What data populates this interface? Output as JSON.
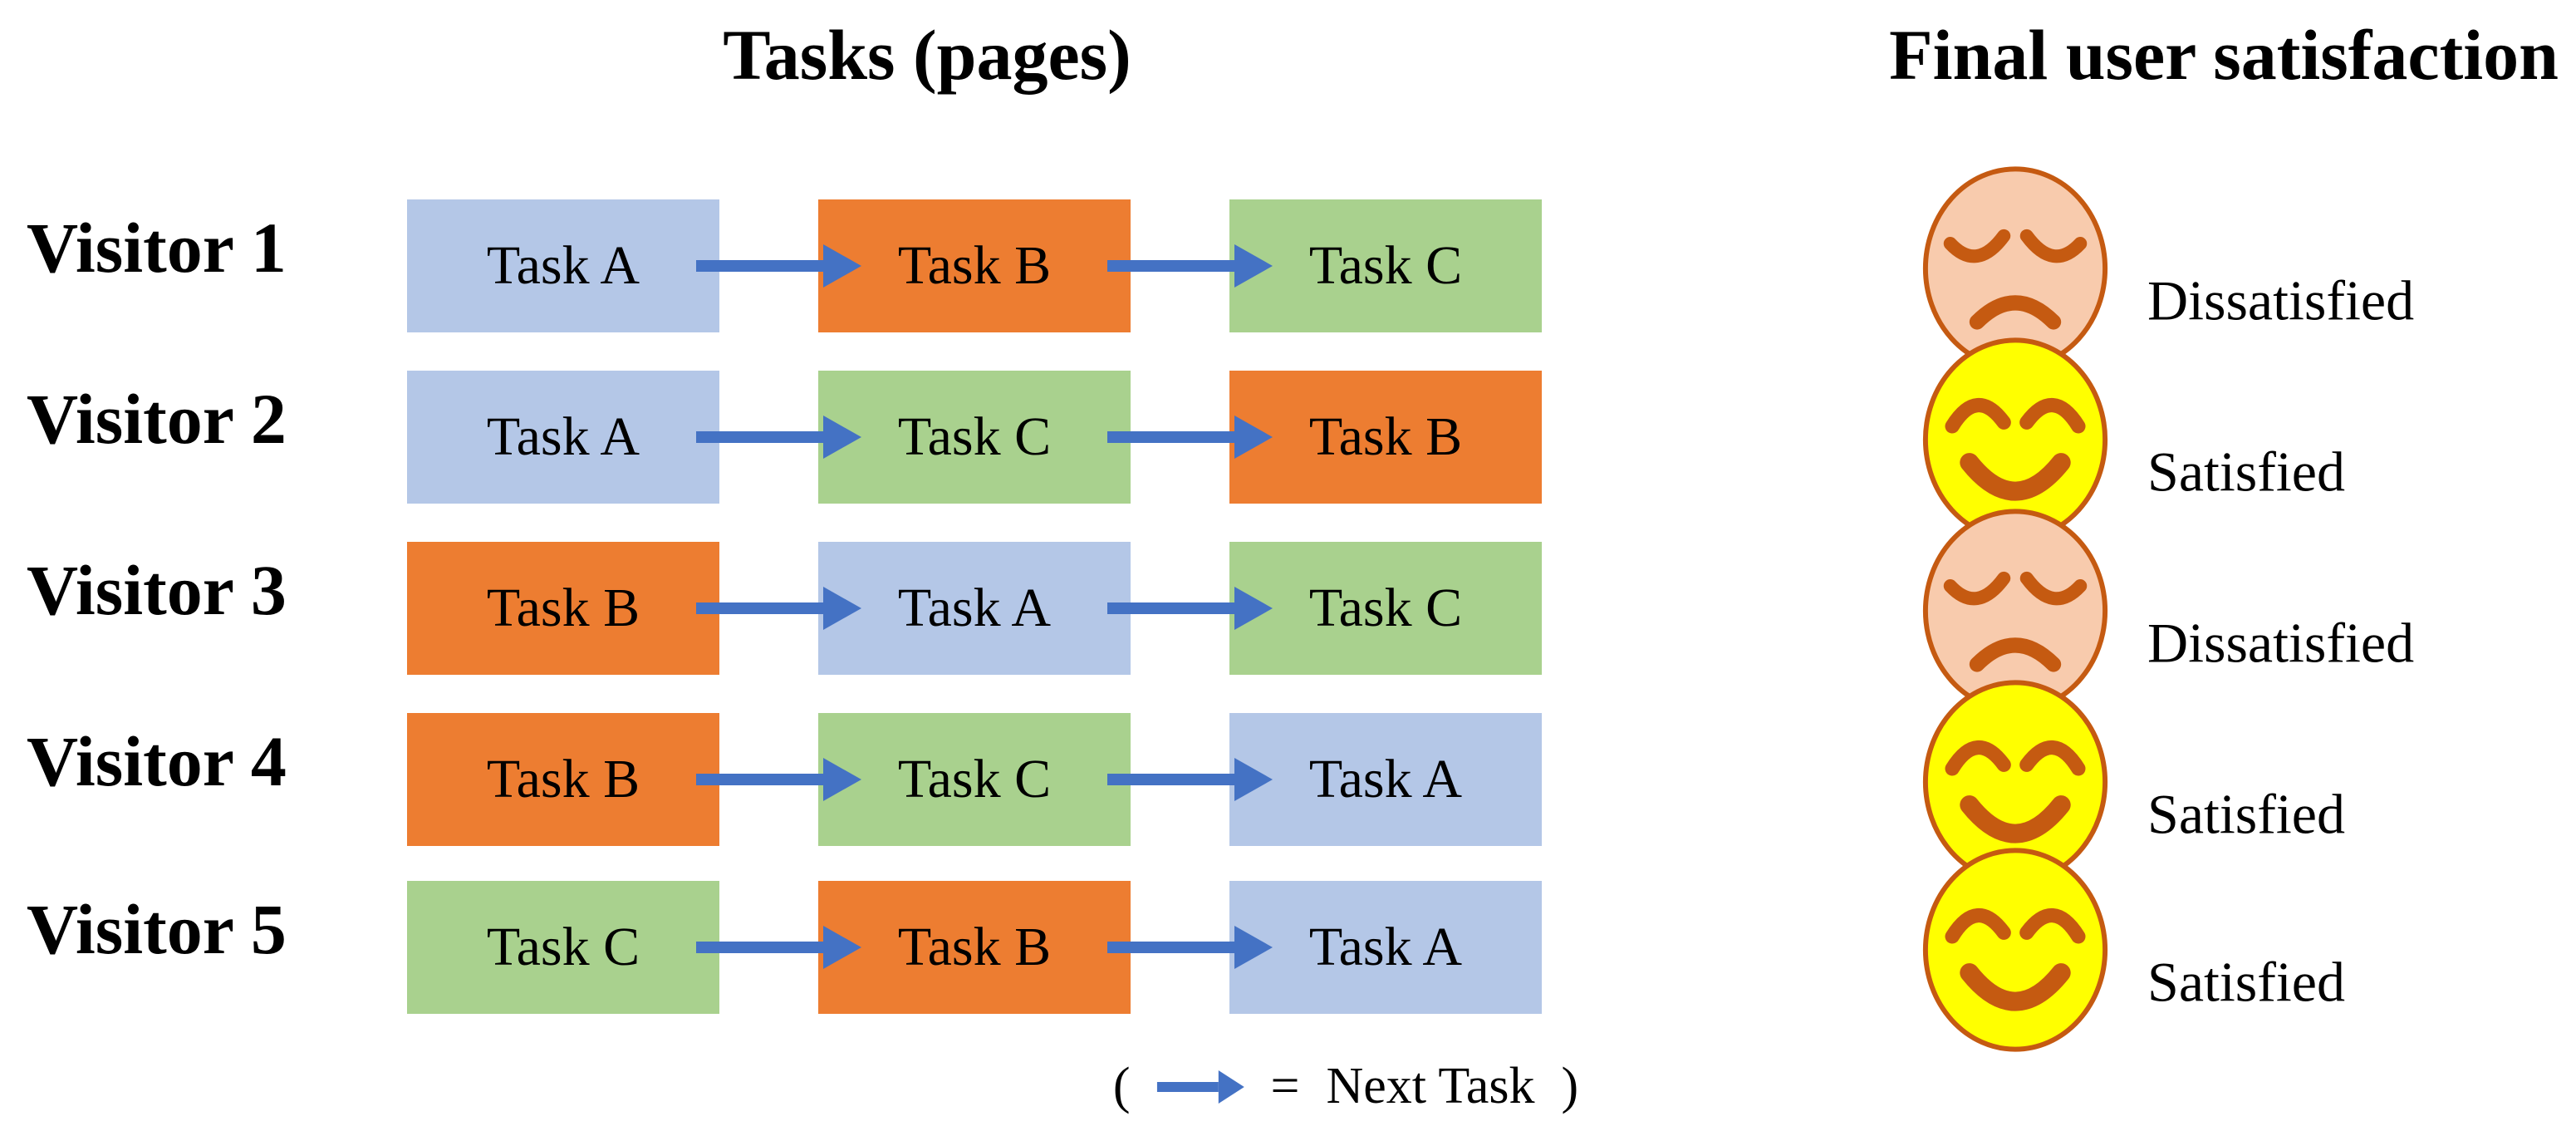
{
  "titles": {
    "tasks": "Tasks (pages)",
    "satisfaction": "Final user satisfaction"
  },
  "legend": {
    "open_paren": "(",
    "equals_sign": "=",
    "label": "Next Task",
    "close_paren": ")"
  },
  "colors": {
    "arrow": "#4472c4",
    "task_fill": {
      "A": "#b4c7e7",
      "B": "#ed7d31",
      "C": "#a9d18e"
    },
    "face_satisfied": "#ffff00",
    "face_dissatisfied": "#f8cbad",
    "face_stroke": "#c55a11"
  },
  "visitors": [
    {
      "label": "Visitor 1",
      "tasks": [
        "Task A",
        "Task B",
        "Task C"
      ],
      "task_ids": [
        "A",
        "B",
        "C"
      ],
      "mood": "dissatisfied",
      "satisfaction_label": "Dissatisfied"
    },
    {
      "label": "Visitor 2",
      "tasks": [
        "Task A",
        "Task C",
        "Task B"
      ],
      "task_ids": [
        "A",
        "C",
        "B"
      ],
      "mood": "satisfied",
      "satisfaction_label": "Satisfied"
    },
    {
      "label": "Visitor 3",
      "tasks": [
        "Task B",
        "Task A",
        "Task C"
      ],
      "task_ids": [
        "B",
        "A",
        "C"
      ],
      "mood": "dissatisfied",
      "satisfaction_label": "Dissatisfied"
    },
    {
      "label": "Visitor 4",
      "tasks": [
        "Task B",
        "Task C",
        "Task A"
      ],
      "task_ids": [
        "B",
        "C",
        "A"
      ],
      "mood": "satisfied",
      "satisfaction_label": "Satisfied"
    },
    {
      "label": "Visitor 5",
      "tasks": [
        "Task C",
        "Task B",
        "Task A"
      ],
      "task_ids": [
        "C",
        "B",
        "A"
      ],
      "mood": "satisfied",
      "satisfaction_label": "Satisfied"
    }
  ]
}
